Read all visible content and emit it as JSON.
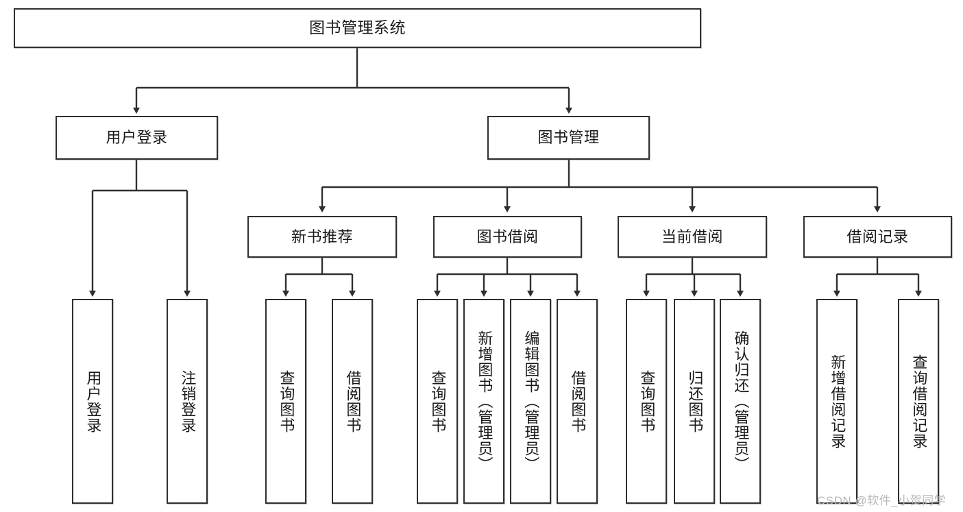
{
  "diagram": {
    "title": "图书管理系统",
    "type": "hierarchy-tree",
    "watermark": "CSDN @软件_小贺同学",
    "colors": {
      "box_border": "#2f2f2f",
      "box_fill": "#ffffff",
      "line": "#2f2f2f",
      "text": "#1a1a1a",
      "watermark": "#b9b9b9",
      "background": "#ffffff"
    },
    "levels": {
      "root": {
        "label": "图书管理系统"
      },
      "level2": [
        {
          "label": "用户登录"
        },
        {
          "label": "图书管理"
        }
      ],
      "level3": [
        {
          "label": "新书推荐"
        },
        {
          "label": "图书借阅"
        },
        {
          "label": "当前借阅"
        },
        {
          "label": "借阅记录"
        }
      ],
      "leaves": {
        "user_login": [
          {
            "label": "用户登录"
          },
          {
            "label": "注销登录"
          }
        ],
        "new_book_recommend": [
          {
            "label": "查询图书"
          },
          {
            "label": "借阅图书"
          }
        ],
        "book_borrow": [
          {
            "label": "查询图书"
          },
          {
            "label": "新增图书（管理员）"
          },
          {
            "label": "编辑图书（管理员）"
          },
          {
            "label": "借阅图书"
          }
        ],
        "current_borrow": [
          {
            "label": "查询图书"
          },
          {
            "label": "归还图书"
          },
          {
            "label": "确认归还（管理员）"
          }
        ],
        "borrow_record": [
          {
            "label": "新增借阅记录"
          },
          {
            "label": "查询借阅记录"
          }
        ]
      }
    }
  }
}
